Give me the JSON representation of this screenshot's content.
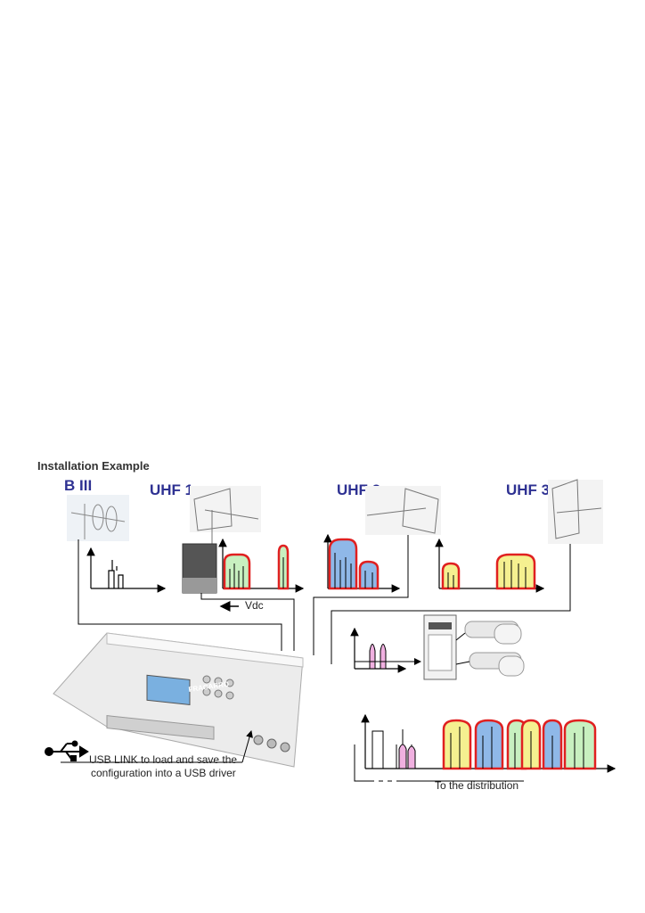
{
  "title": "Installation Example",
  "bands": {
    "b3": "B III",
    "uhf1": "UHF 1",
    "uhf2": "UHF 2",
    "uhf3": "UHF 3"
  },
  "labels": {
    "vdc": "Vdc",
    "usb_line1": "USB LINK to load and save the",
    "usb_line2": "configuration into a USB driver",
    "distribution": "To the distribution",
    "device_brand": "FRACARRO"
  },
  "colors": {
    "band_title": "#2e3192",
    "envelope": "#e02020",
    "fill_green": "#c8f0c0",
    "fill_blue": "#8fb8e8",
    "fill_yellow": "#f5f090",
    "fill_pink": "#f0b0e0"
  }
}
